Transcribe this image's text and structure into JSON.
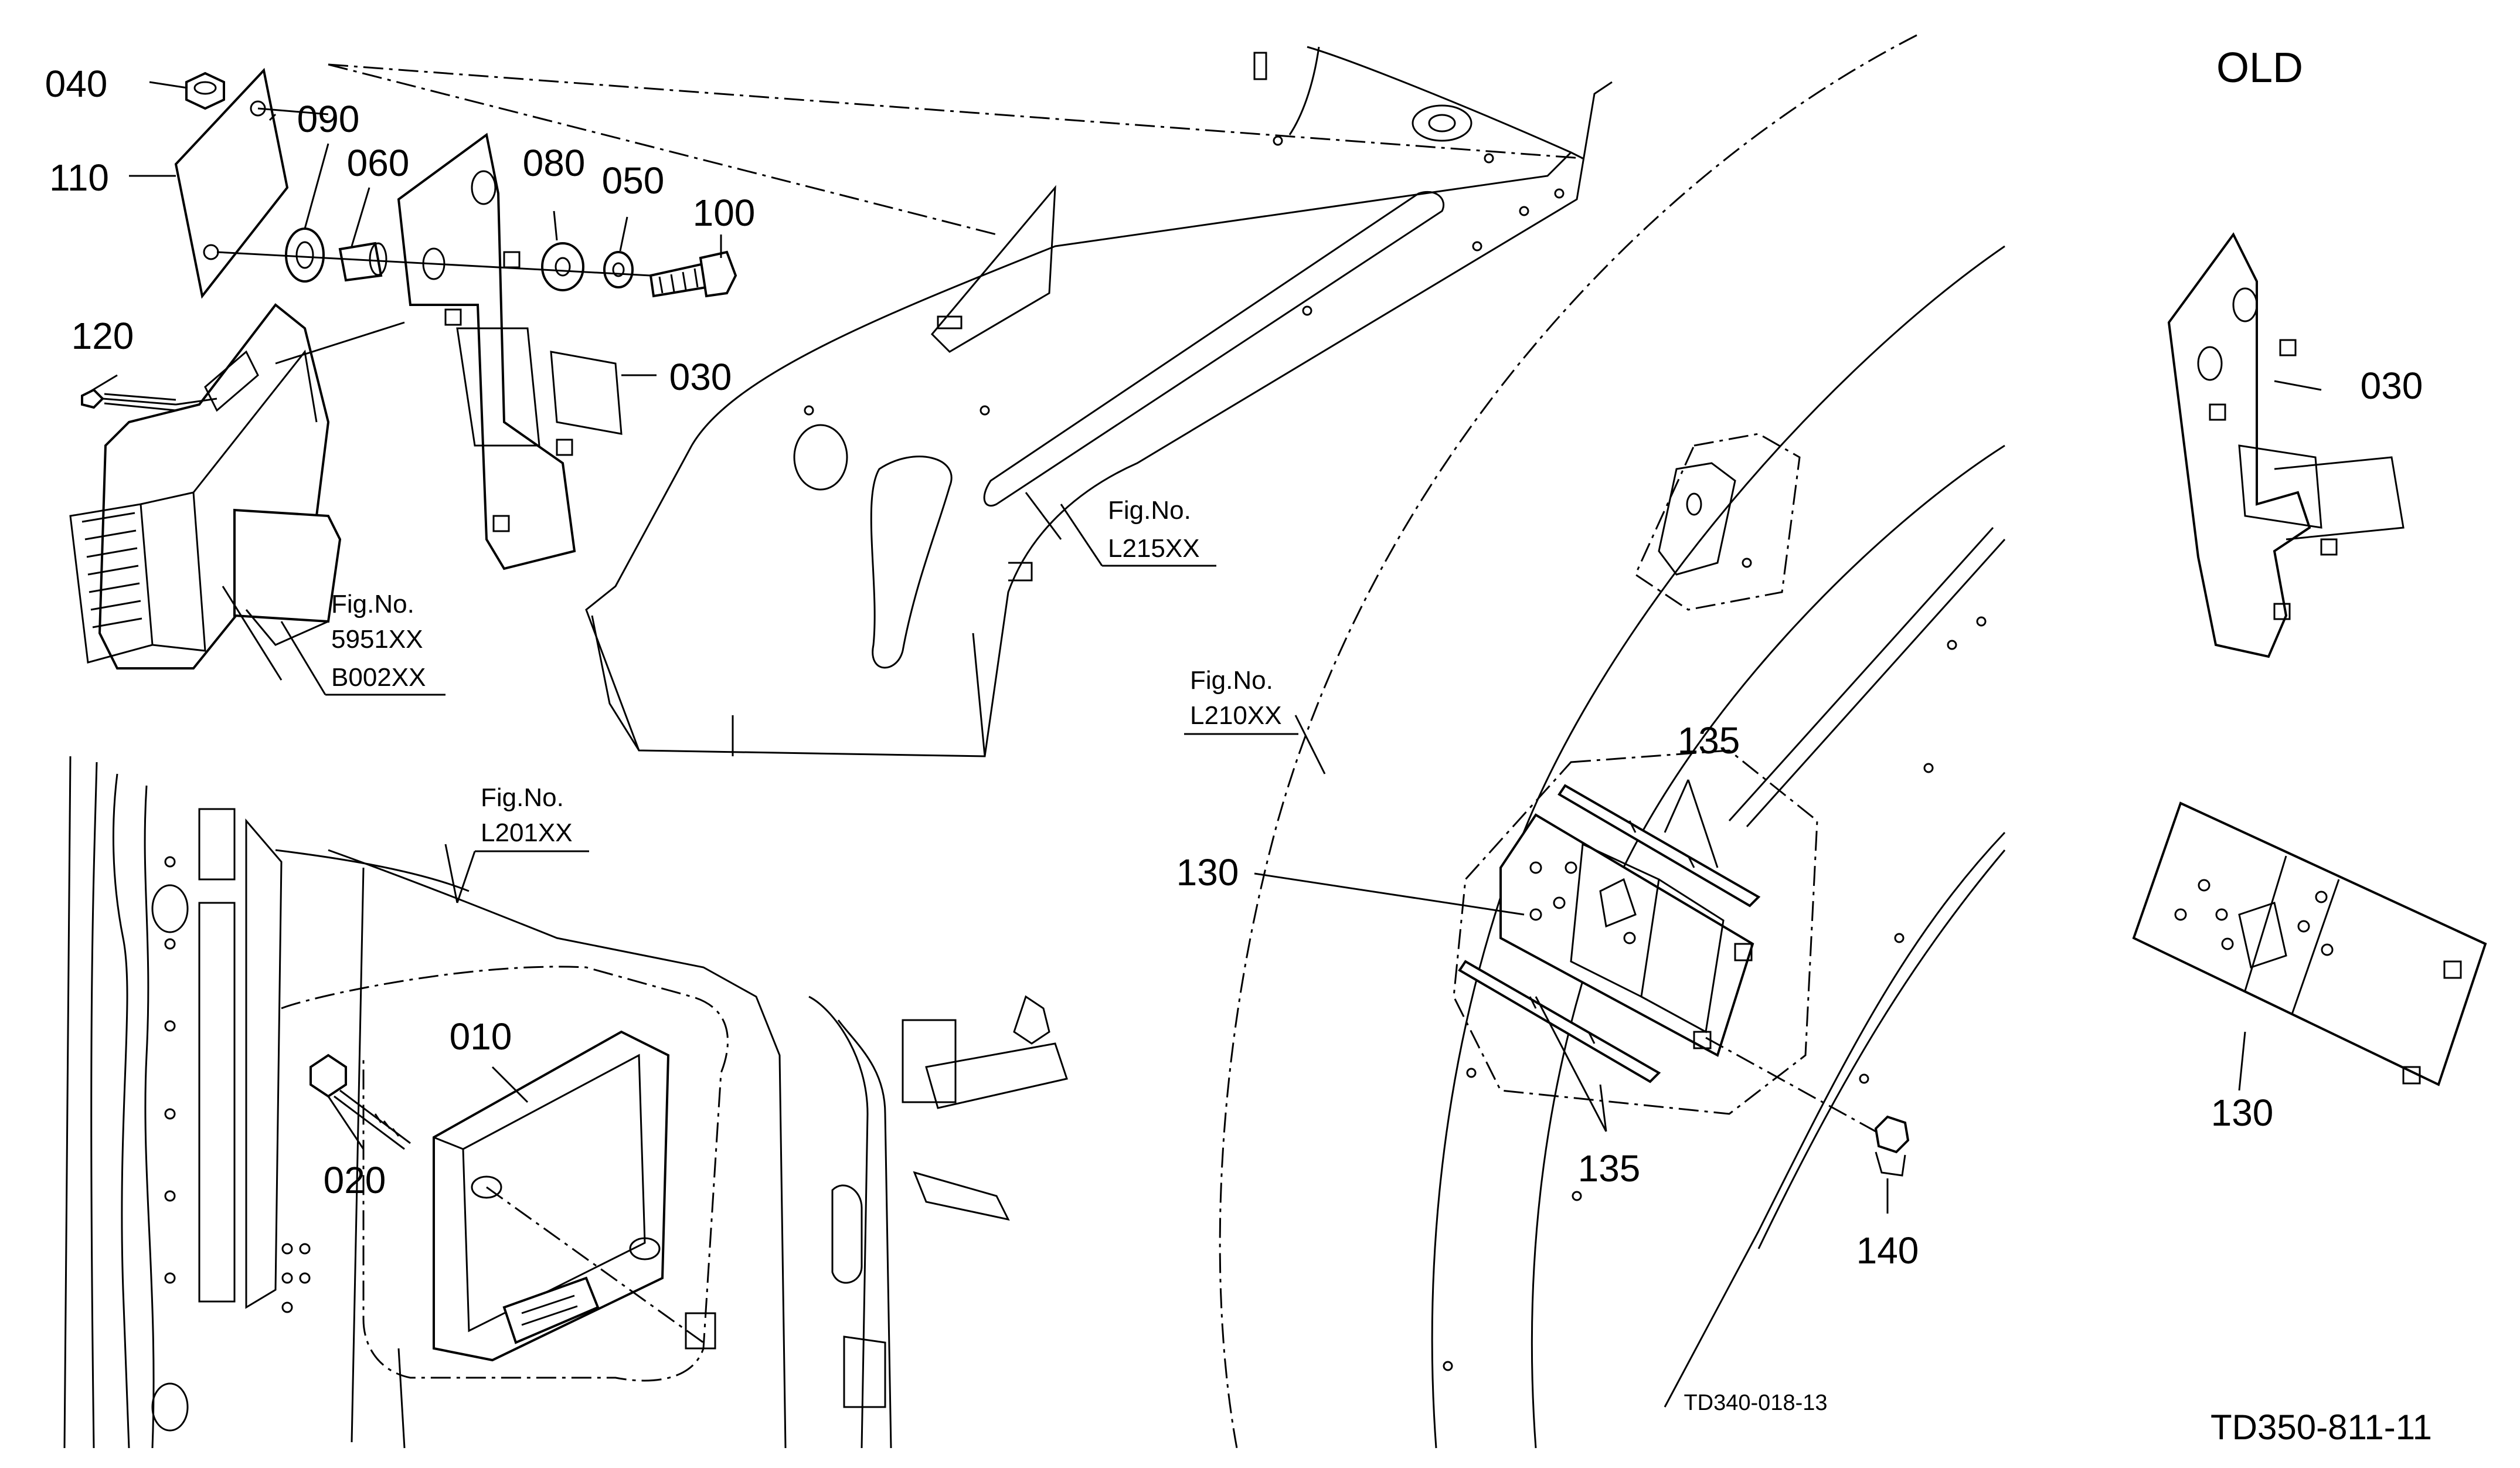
{
  "labels": {
    "old": "OLD",
    "p040": "040",
    "p090": "090",
    "p110": "110",
    "p060": "060",
    "p080": "080",
    "p050": "050",
    "p100": "100",
    "p120": "120",
    "p030": "030",
    "p030_old": "030",
    "p010": "010",
    "p020": "020",
    "p130": "130",
    "p130_old": "130",
    "p135_top": "135",
    "p135_bottom": "135",
    "p140": "140"
  },
  "figrefs": {
    "fig5951": {
      "caption": "Fig.No.",
      "line1": "5951XX",
      "line2": "B002XX"
    },
    "figL215": {
      "caption": "Fig.No.",
      "line1": "L215XX"
    },
    "figL210": {
      "caption": "Fig.No.",
      "line1": "L210XX"
    },
    "figL201": {
      "caption": "Fig.No.",
      "line1": "L201XX"
    }
  },
  "codes": {
    "drawing_main": "TD340-018-13",
    "drawing_page": "TD350-811-11"
  }
}
